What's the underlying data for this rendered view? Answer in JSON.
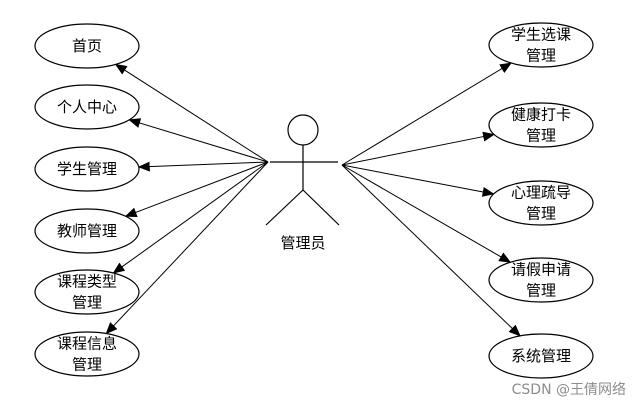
{
  "actor": {
    "label": "管理员"
  },
  "use_cases_left": [
    {
      "id": "home",
      "lines": [
        "首页"
      ]
    },
    {
      "id": "personal-center",
      "lines": [
        "个人中心"
      ]
    },
    {
      "id": "student-mgmt",
      "lines": [
        "学生管理"
      ]
    },
    {
      "id": "teacher-mgmt",
      "lines": [
        "教师管理"
      ]
    },
    {
      "id": "course-type-mgmt",
      "lines": [
        "课程类型",
        "管理"
      ]
    },
    {
      "id": "course-info-mgmt",
      "lines": [
        "课程信息",
        "管理"
      ]
    }
  ],
  "use_cases_right": [
    {
      "id": "course-selection-mgmt",
      "lines": [
        "学生选课",
        "管理"
      ]
    },
    {
      "id": "health-checkin-mgmt",
      "lines": [
        "健康打卡",
        "管理"
      ]
    },
    {
      "id": "counseling-mgmt",
      "lines": [
        "心理疏导",
        "管理"
      ]
    },
    {
      "id": "leave-request-mgmt",
      "lines": [
        "请假申请",
        "管理"
      ]
    },
    {
      "id": "system-mgmt",
      "lines": [
        "系统管理"
      ]
    }
  ],
  "watermark": "CSDN @王倩网络"
}
